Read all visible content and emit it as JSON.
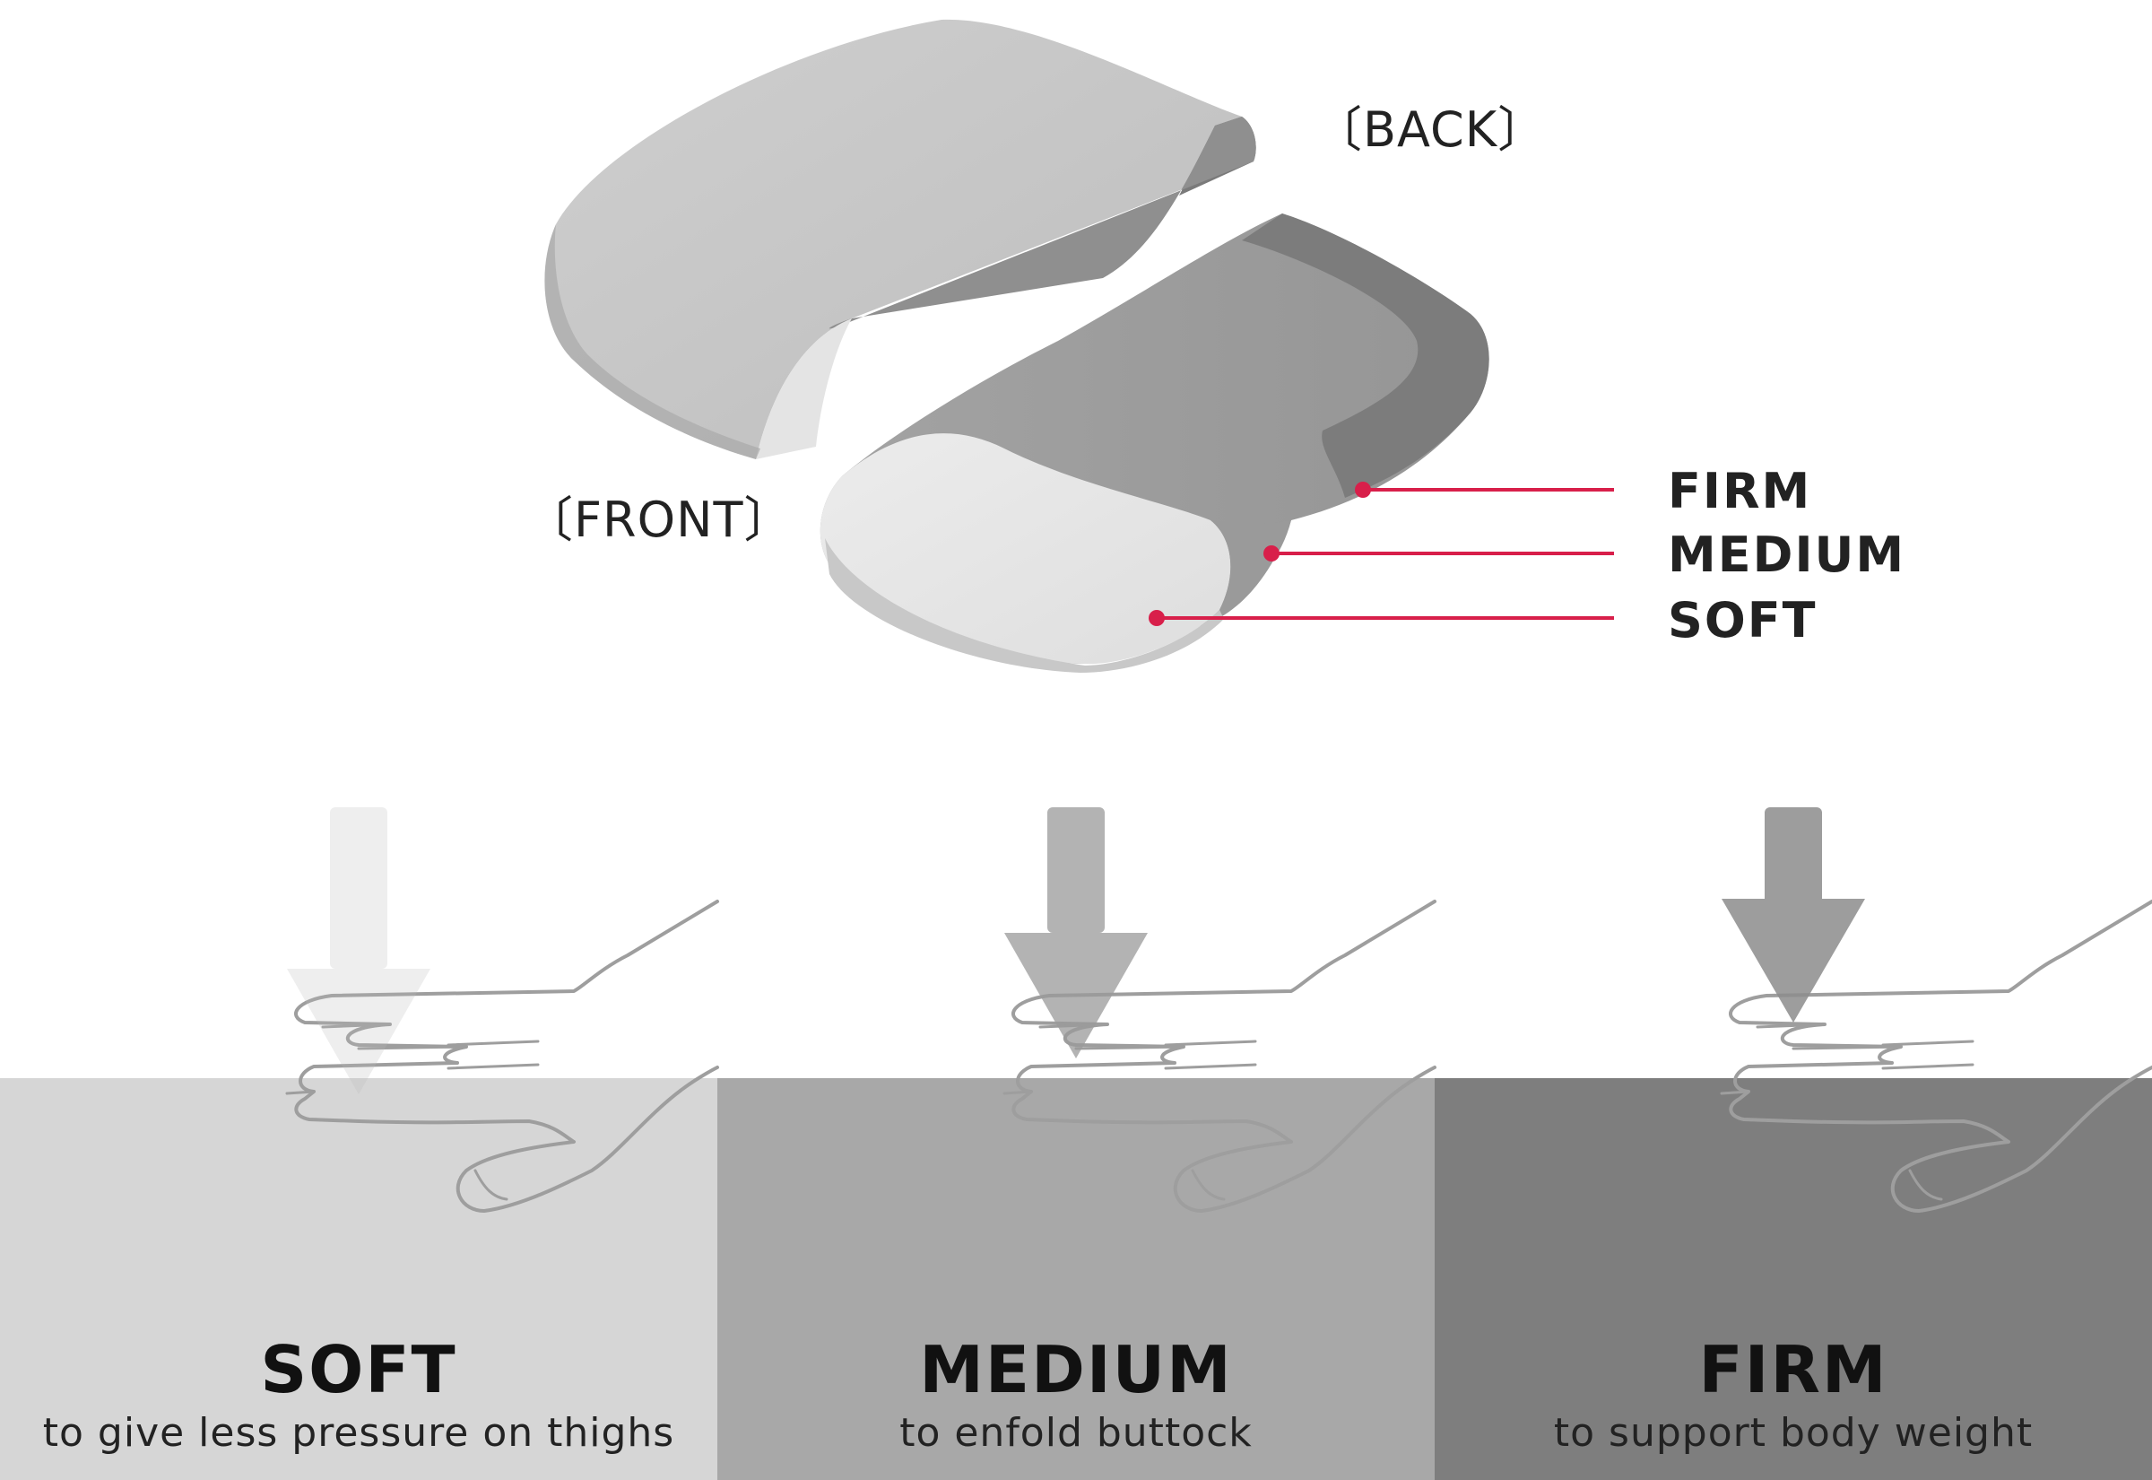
{
  "orientation": {
    "back": "〔BACK〕",
    "front": "〔FRONT〕"
  },
  "zones": {
    "firm": "FIRM",
    "medium": "MEDIUM",
    "soft": "SOFT"
  },
  "colors": {
    "accent": "#d81f4a",
    "panel_soft": "#d6d6d6",
    "panel_medium": "#a8a8a8",
    "panel_firm": "#7e7e7e"
  },
  "panels": [
    {
      "title": "SOFT",
      "caption": "to give less pressure on thighs"
    },
    {
      "title": "MEDIUM",
      "caption": "to enfold buttock"
    },
    {
      "title": "FIRM",
      "caption": "to support body weight"
    }
  ]
}
